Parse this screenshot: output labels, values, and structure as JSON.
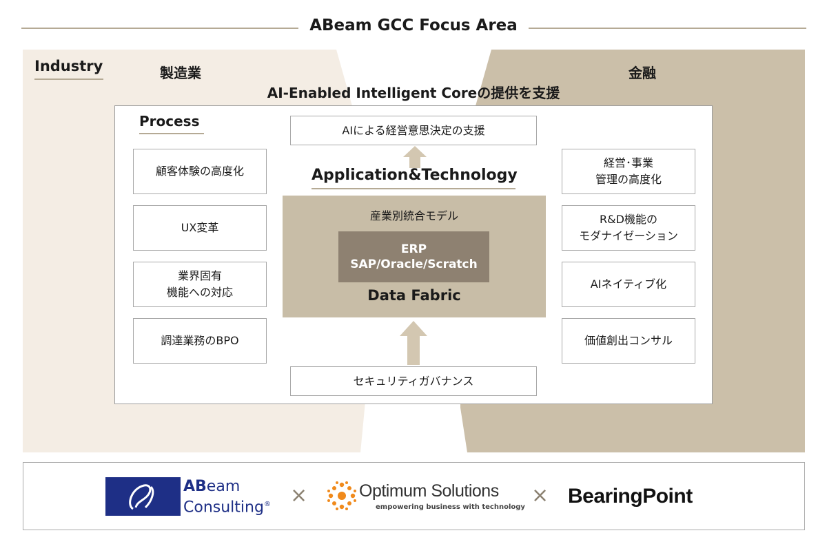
{
  "page_title": "ABeam GCC Focus Area",
  "industry": {
    "label": "Industry",
    "left": "製造業",
    "right": "金融"
  },
  "subtitle": "AI-Enabled Intelligent Coreの提供を支援",
  "process": {
    "label": "Process",
    "left_items": [
      "顧客体験の高度化",
      "UX変革",
      "業界固有\n機能への対応",
      "調達業務のBPO"
    ],
    "right_items": [
      "経営･事業\n管理の高度化",
      "R&D機能の\nモダナイゼーション",
      "AIネイティブ化",
      "価値創出コンサル"
    ]
  },
  "center": {
    "top_box": "AIによる経営意思決定の支援",
    "app_tech": "Application&Technology",
    "core_label": "産業別統合モデル",
    "erp_line1": "ERP",
    "erp_line2": "SAP/Oracle/Scratch",
    "data_fabric": "Data Fabric",
    "bottom_box": "セキュリティガバナンス"
  },
  "partners": {
    "abeam_line1_bold": "AB",
    "abeam_line1_rest": "eam",
    "abeam_line2": "Consulting",
    "abeam_reg": "®",
    "times_symbol": "×",
    "optimum_name": "Optimum Solutions",
    "optimum_tagline": "empowering business with technology",
    "bearing_name": "BearingPoint"
  },
  "colors": {
    "left_band": "#f4ede4",
    "right_band": "#cbbfa9",
    "core": "#c8bda7",
    "erp": "#8e8171",
    "arrow": "#d3c7b1",
    "abeam_blue": "#1e2f86",
    "optimum_orange": "#f08a1c"
  }
}
